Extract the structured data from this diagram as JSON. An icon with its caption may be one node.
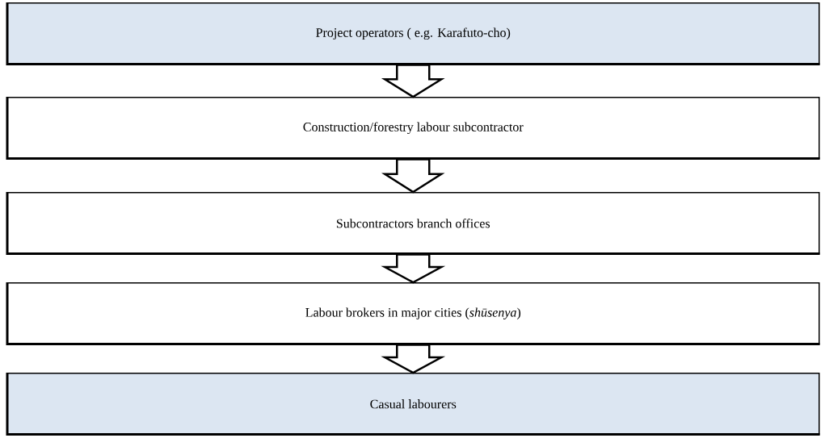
{
  "diagram": {
    "nodes": [
      {
        "text": [
          "Project operators ( e.g. Karafuto-cho)"
        ]
      },
      {
        "text": [
          "Construction/forestry labour subcontractor"
        ]
      },
      {
        "text": [
          "Subcontractors branch offices"
        ]
      },
      {
        "text": [
          "Labour brokers in major cities (*shūsenya*)"
        ]
      },
      {
        "text": [
          "Casual labourers"
        ]
      }
    ],
    "edges": [
      {
        "from": 0,
        "to": 1,
        "arrow": "to"
      },
      {
        "from": 1,
        "to": 2,
        "arrow": "to"
      },
      {
        "from": 2,
        "to": 3,
        "arrow": "to"
      },
      {
        "from": 3,
        "to": 4,
        "arrow": "to"
      }
    ]
  }
}
